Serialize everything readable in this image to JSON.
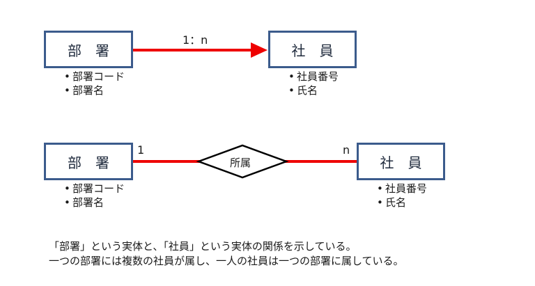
{
  "diagram1": {
    "left_entity": {
      "name": "部　署",
      "attributes": [
        "部署コード",
        "部署名"
      ]
    },
    "right_entity": {
      "name": "社　員",
      "attributes": [
        "社員番号",
        "氏名"
      ]
    },
    "relation_label": "1：n"
  },
  "diagram2": {
    "left_entity": {
      "name": "部　署",
      "attributes": [
        "部署コード",
        "部署名"
      ]
    },
    "right_entity": {
      "name": "社　員",
      "attributes": [
        "社員番号",
        "氏名"
      ]
    },
    "relationship": "所属",
    "left_cardinality": "1",
    "right_cardinality": "n"
  },
  "caption": {
    "line1": "「部署」という実体と、「社員」という実体の関係を示している。",
    "line2": "一つの部署には複数の社員が属し、一人の社員は一つの部署に属している。"
  },
  "colors": {
    "entity_border": "#3b5b8c",
    "relation_line": "#ee0000"
  }
}
